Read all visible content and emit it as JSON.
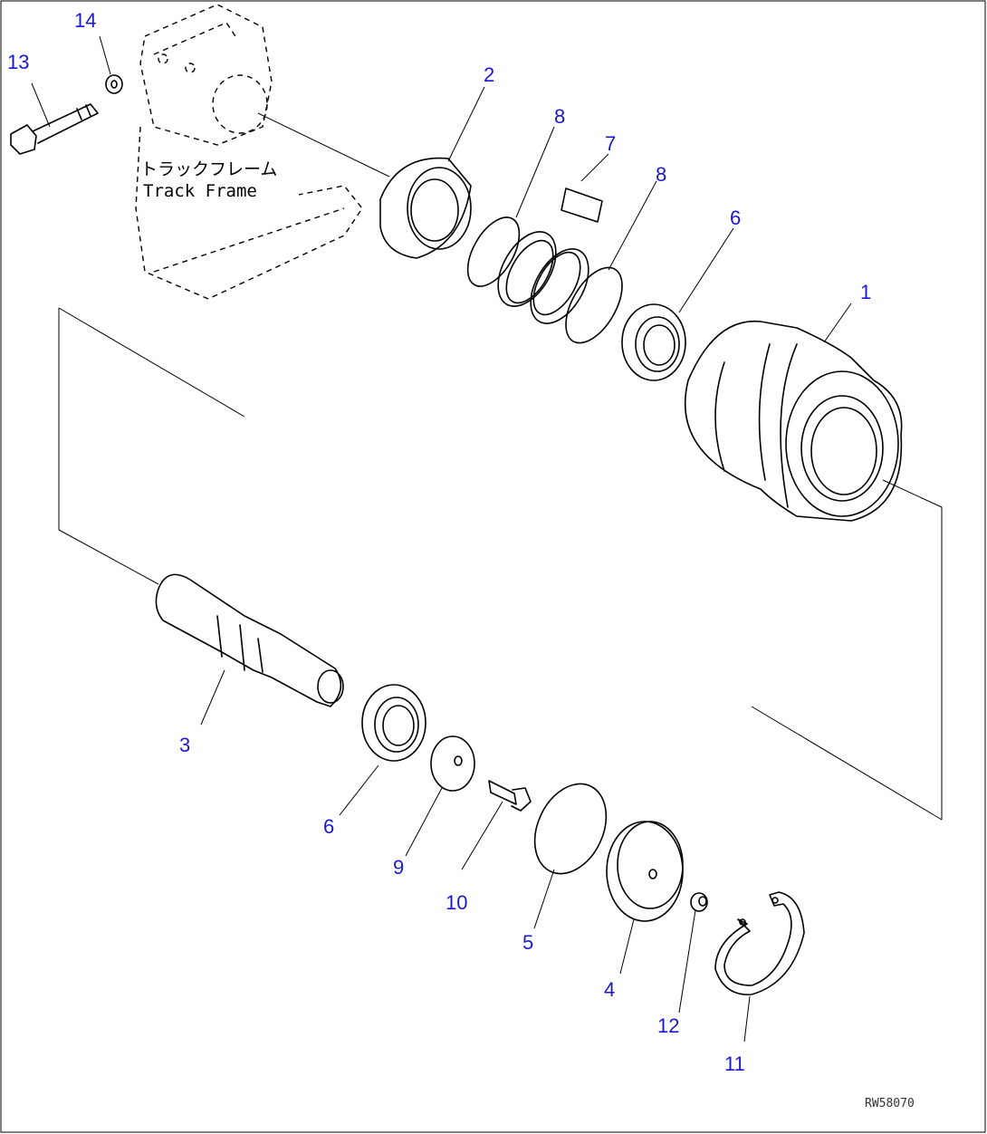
{
  "diagram": {
    "frame_label_jp": "トラックフレーム",
    "frame_label_en": "Track Frame",
    "drawing_code": "RW58070",
    "callouts": {
      "c1": "1",
      "c2": "2",
      "c3": "3",
      "c4": "4",
      "c5": "5",
      "c6a": "6",
      "c6b": "6",
      "c7": "7",
      "c8a": "8",
      "c8b": "8",
      "c9": "9",
      "c10": "10",
      "c11": "11",
      "c12": "12",
      "c13": "13",
      "c14": "14"
    },
    "colors": {
      "callout": "#1a1acc",
      "line": "#000000"
    }
  }
}
